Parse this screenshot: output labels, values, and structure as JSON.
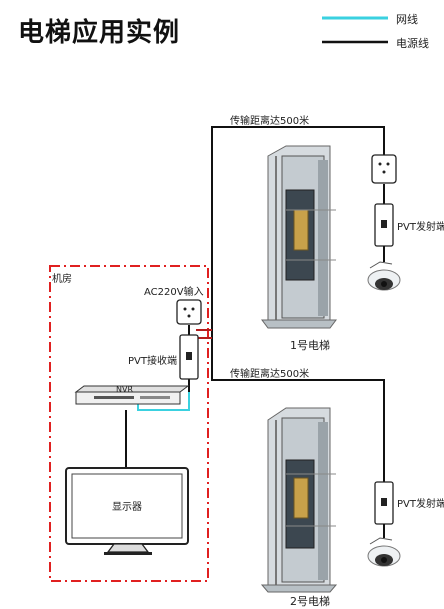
{
  "title": "电梯应用实例",
  "legend": {
    "network_line": "网线",
    "power_line": "电源线"
  },
  "labels": {
    "distance_top": "传输距离达500米",
    "distance_bottom": "传输距离达500米",
    "machine_room": "机房",
    "ac_input": "AC220V输入",
    "pvt_receiver": "PVT接收端",
    "pvt_transmitter_1": "PVT发射端",
    "pvt_transmitter_2": "PVT发射端",
    "nvr": "NVR",
    "monitor": "显示器",
    "elevator_1": "1号电梯",
    "elevator_2": "2号电梯"
  },
  "colors": {
    "network_line": "#3ad1e0",
    "power_line": "#111111",
    "machine_room_border": "#e02020"
  }
}
